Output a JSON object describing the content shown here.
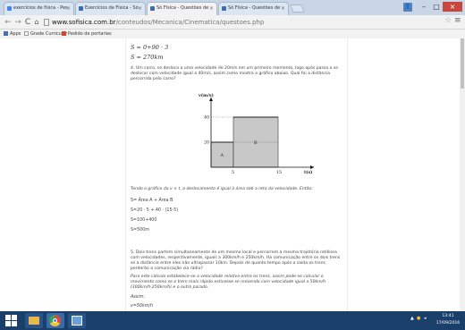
{
  "browser": {
    "tabs": [
      {
        "label": "exercícios de física - Pesq",
        "favicon_color": "#4285f4",
        "active": false
      },
      {
        "label": "Exercícios de Física - Só",
        "favicon_color": "#3b6db0",
        "active": false
      },
      {
        "label": "Só Física - Questões de",
        "favicon_color": "#3b6db0",
        "active": true
      },
      {
        "label": "Só Física - Questões de",
        "favicon_color": "#3b6db0",
        "active": false
      }
    ],
    "url_host": "www.sofisica.com.br",
    "url_path": "/conteudos/Mecanica/Cinematica/questoes.php",
    "bookmarks": [
      {
        "label": "Apps",
        "color": "#4a6fb0"
      },
      {
        "label": "Grade Curricular",
        "color": "#ffffff"
      },
      {
        "label": "Pedido de portarias",
        "color": "#d44638"
      }
    ]
  },
  "document": {
    "eq1": "S = 0+90 · 3",
    "eq2": "S = 270km",
    "q4": "4. Um carro, se desloca a uma velocidade de 20m/s em um primeiro momento, logo após passa a se deslocar com velocidade igual a 40m/s, assim como mostra o gráfico abaixo. Qual foi a distância percorrida pelo carro?",
    "answer_intro": "Tendo o gráfico da v × t, o deslocamento é igual à área sob a reta da velocidade. Então:",
    "step1": "S= Área A + Área B",
    "step2": "S=20 · 5 + 40 · (15-5)",
    "step3": "S=100+400",
    "step4": "S=500m",
    "q5": "5. Dois trens partem simultaneamente de um mesmo local e percorrem a mesma trajetória retilínea com velocidades, respectivamente, iguais a 300km/h e 250km/h. Há comunicação entre os dois trens se a distância entre eles não ultrapassar 10km. Depois de quanto tempo após a saída os trens perderão a comunicação via rádio?",
    "q5_answer": "Para este cálculo estabelece-se a velocidade relativa entre os trens, assim pode-se calcular o movimento como se o trem mais rápido estivesse se movendo com velocidade igual a 50km/h (300km/h-250km/h) e o outro parado.",
    "assim": "Assim:",
    "v_eq": "v=50km/h"
  },
  "chart_data": {
    "type": "area",
    "ylabel": "v(m/s)",
    "xlabel": "t(s)",
    "x_ticks": [
      5,
      15
    ],
    "y_ticks": [
      20,
      40
    ],
    "xlim": [
      0,
      20
    ],
    "ylim": [
      0,
      50
    ],
    "regions": [
      {
        "name": "A",
        "x": [
          0,
          5
        ],
        "y": 20
      },
      {
        "name": "B",
        "x": [
          5,
          15
        ],
        "y": 40
      }
    ],
    "fill_color": "#c8c8c8"
  },
  "taskbar": {
    "apps": [
      {
        "name": "file-explorer",
        "color": "#e8b84a"
      },
      {
        "name": "chrome",
        "color": "#e0463a"
      },
      {
        "name": "paint",
        "color": "#6aa0dc"
      }
    ],
    "time": "13:41",
    "date": "17/09/2016"
  }
}
